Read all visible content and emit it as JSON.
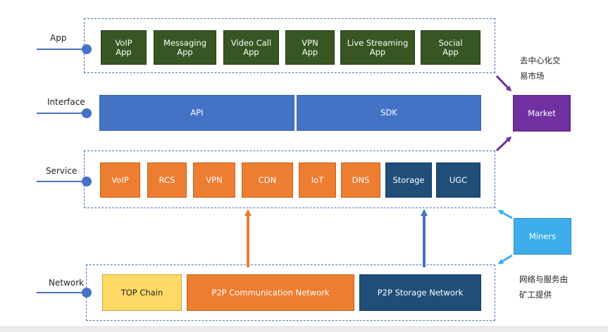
{
  "layers": [
    {
      "label": "App"
    },
    {
      "label": "Interface"
    },
    {
      "label": "Service"
    },
    {
      "label": "Network"
    }
  ],
  "app_boxes": [
    "VoIP\nApp",
    "Messaging App",
    "Video Call\nApp",
    "VPN\nApp",
    "Live Streaming App",
    "Social\nApp"
  ],
  "interface_boxes": [
    "API",
    "SDK"
  ],
  "service_boxes": [
    "VoIP",
    "RCS",
    "VPN",
    "CDN",
    "IoT",
    "DNS",
    "Storage",
    "UGC"
  ],
  "network_boxes": [
    "TOP Chain",
    "P2P Communication Network",
    "P2P Storage Network"
  ],
  "market": {
    "label": "Market",
    "caption_line1": "去中心化交",
    "caption_line2": "易市场"
  },
  "miners": {
    "label": "Miners",
    "caption_line1": "网络与服务由",
    "caption_line2": "矿工提供"
  },
  "colors": {
    "app": "#375623",
    "interface": "#4472c4",
    "service_compute": "#ed7d31",
    "service_storage": "#1f4e79",
    "top_chain": "#ffd966",
    "market": "#7030a0",
    "miners": "#3daee9",
    "dashed_border": "#4a72c0"
  }
}
